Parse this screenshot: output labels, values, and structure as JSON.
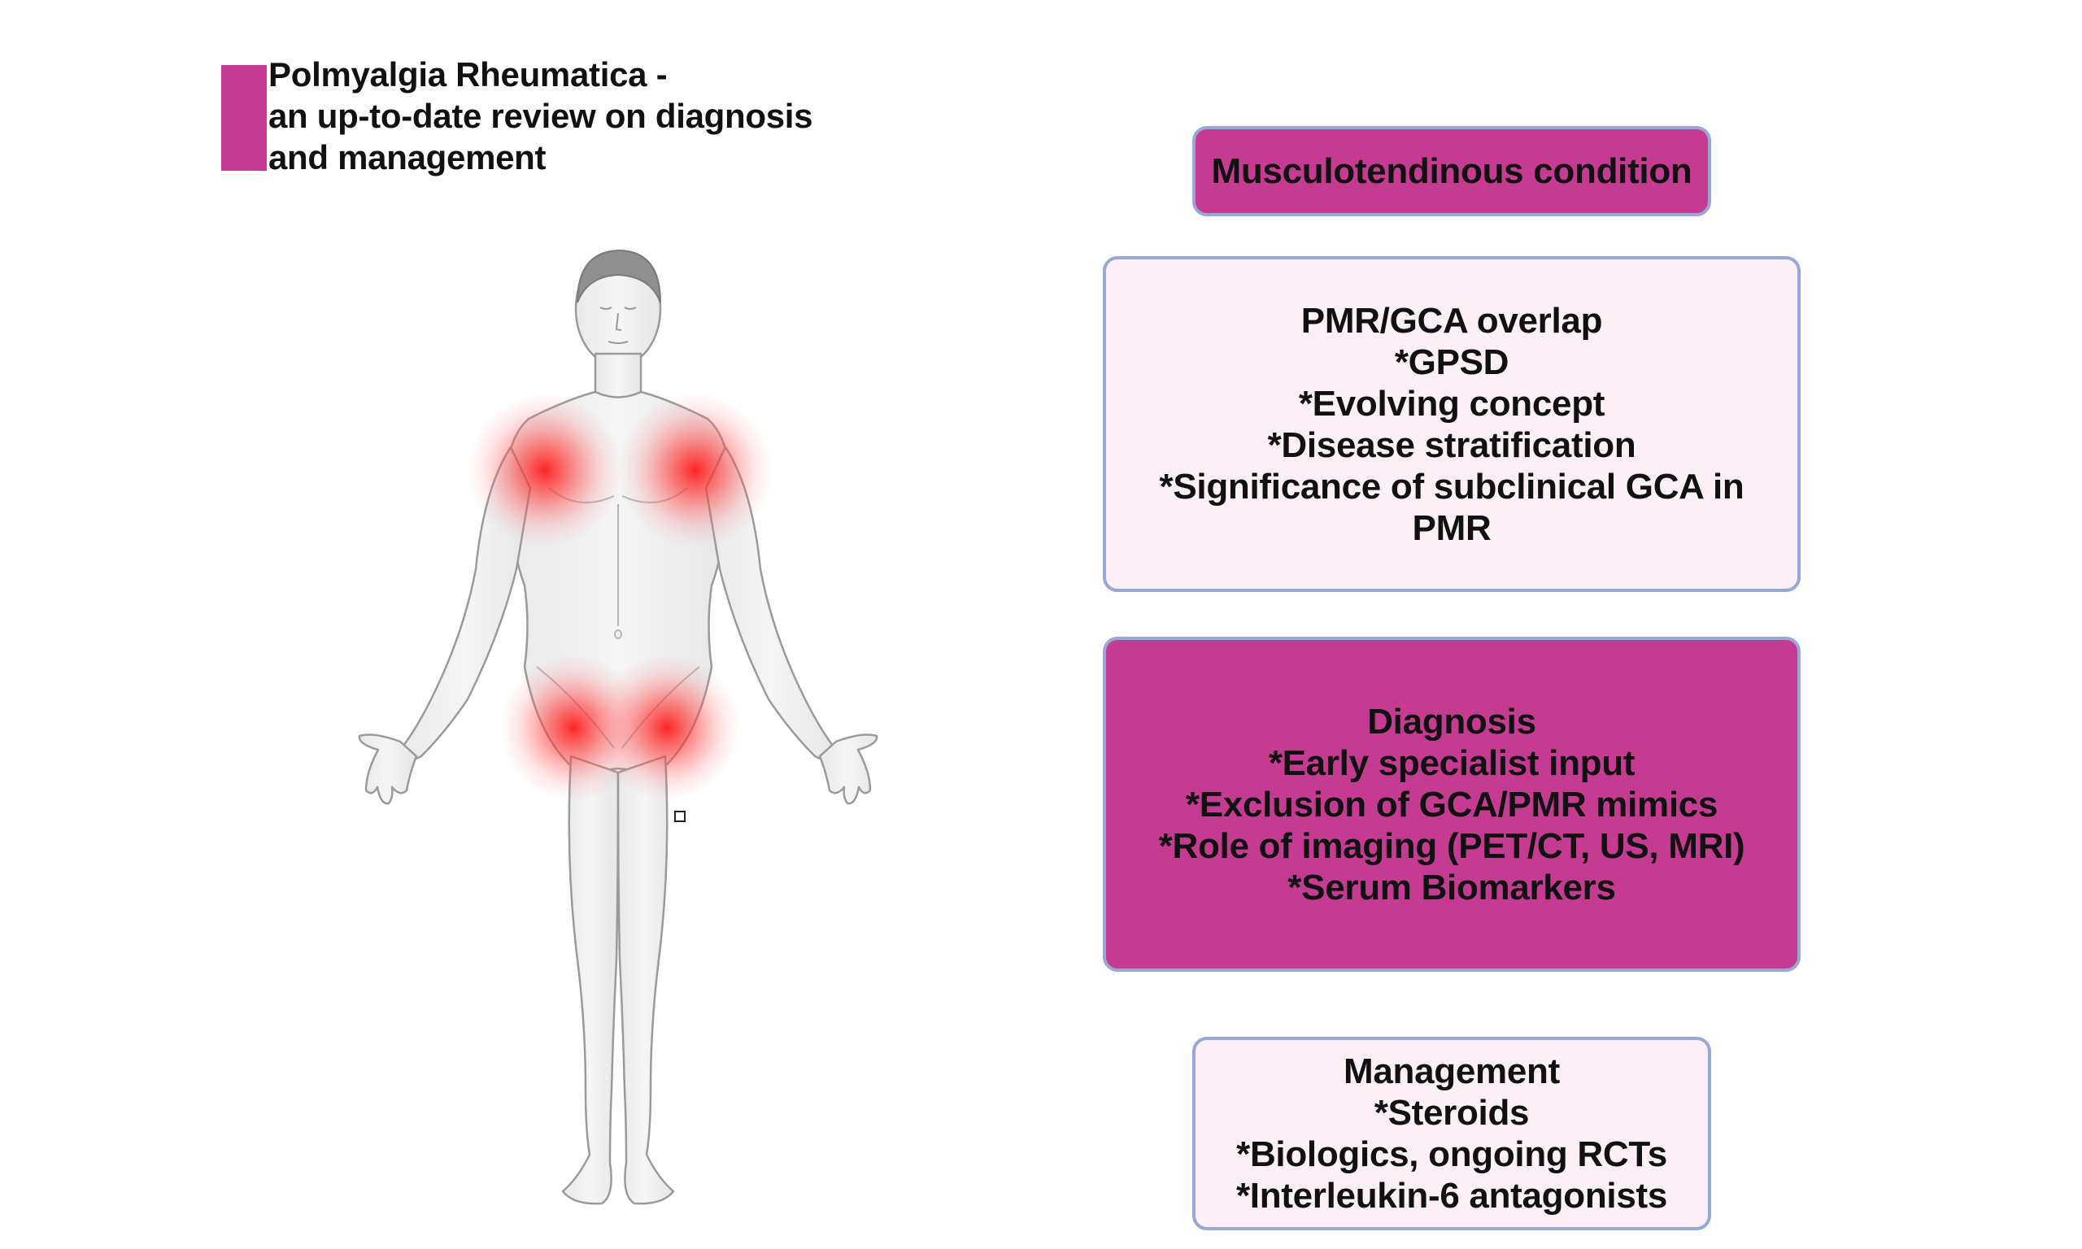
{
  "title": {
    "lines": [
      "Polmyalgia Rheumatica -",
      "an up-to-date review on diagnosis",
      "and management"
    ]
  },
  "colors": {
    "accent_magenta": "#c43b91",
    "pale_pink": "#fcf0f6",
    "box_border": "#97a7d6",
    "pain_red": "#ff2a2a"
  },
  "figure": {
    "icon": "human-body-front-icon",
    "pain_sites": [
      "left-shoulder",
      "right-shoulder",
      "left-hip",
      "right-hip"
    ]
  },
  "boxes": {
    "musculo": {
      "heading": "Musculotendinous condition",
      "items": []
    },
    "overlap": {
      "heading": "PMR/GCA overlap",
      "items": [
        "*GPSD",
        "*Evolving concept",
        "*Disease stratification",
        "*Significance of subclinical GCA in",
        "PMR"
      ]
    },
    "diagnosis": {
      "heading": "Diagnosis",
      "items": [
        "*Early specialist input",
        "*Exclusion of GCA/PMR mimics",
        "*Role of imaging (PET/CT, US, MRI)",
        "*Serum Biomarkers"
      ]
    },
    "management": {
      "heading": "Management",
      "items": [
        "*Steroids",
        "*Biologics, ongoing RCTs",
        "*Interleukin-6 antagonists"
      ]
    }
  }
}
